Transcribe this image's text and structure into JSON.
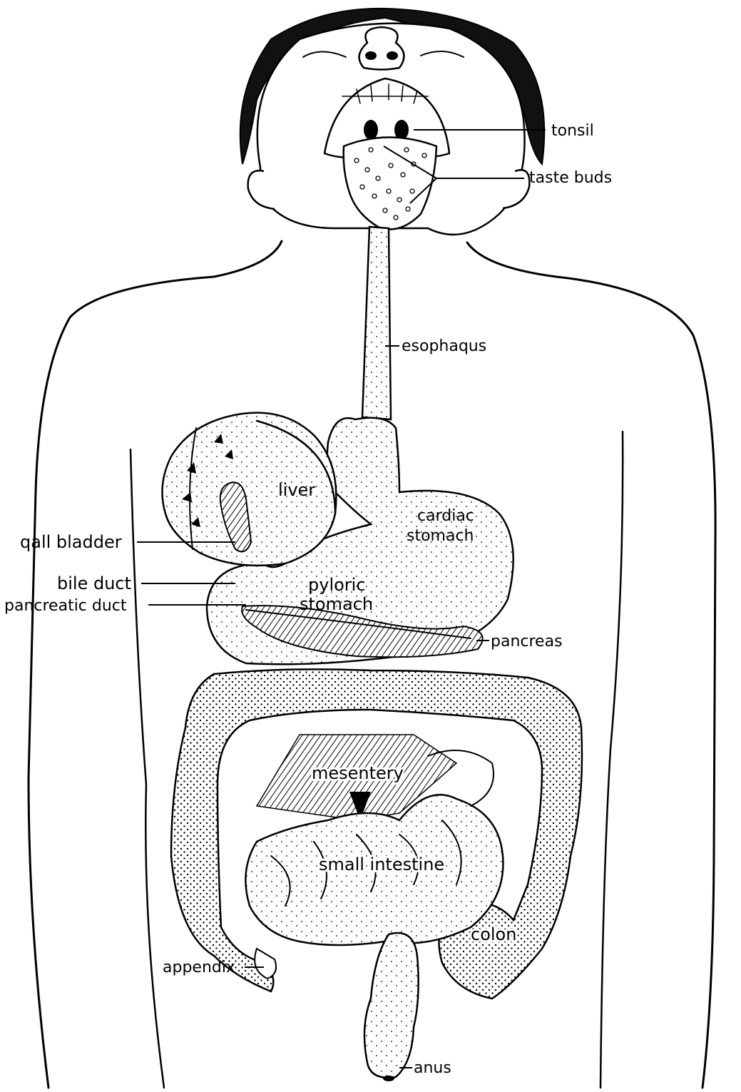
{
  "labels": {
    "tonsil": "tonsil",
    "taste_buds": "taste buds",
    "esophagus": "esophaqus",
    "liver": "liver",
    "cardiac_stomach_line1": "cardiac",
    "cardiac_stomach_line2": "stomach",
    "gall_bladder": "qall bladder",
    "bile_duct": "bile duct",
    "pancreatic_duct": "pancreatic duct",
    "pyloric_stomach_line1": "pyloric",
    "pyloric_stomach_line2": "stomach",
    "pancreas": "pancreas",
    "mesentery": "mesentery",
    "small_intestine": "small intestine",
    "colon": "colon",
    "appendix": "appendix",
    "anus": "anus"
  }
}
